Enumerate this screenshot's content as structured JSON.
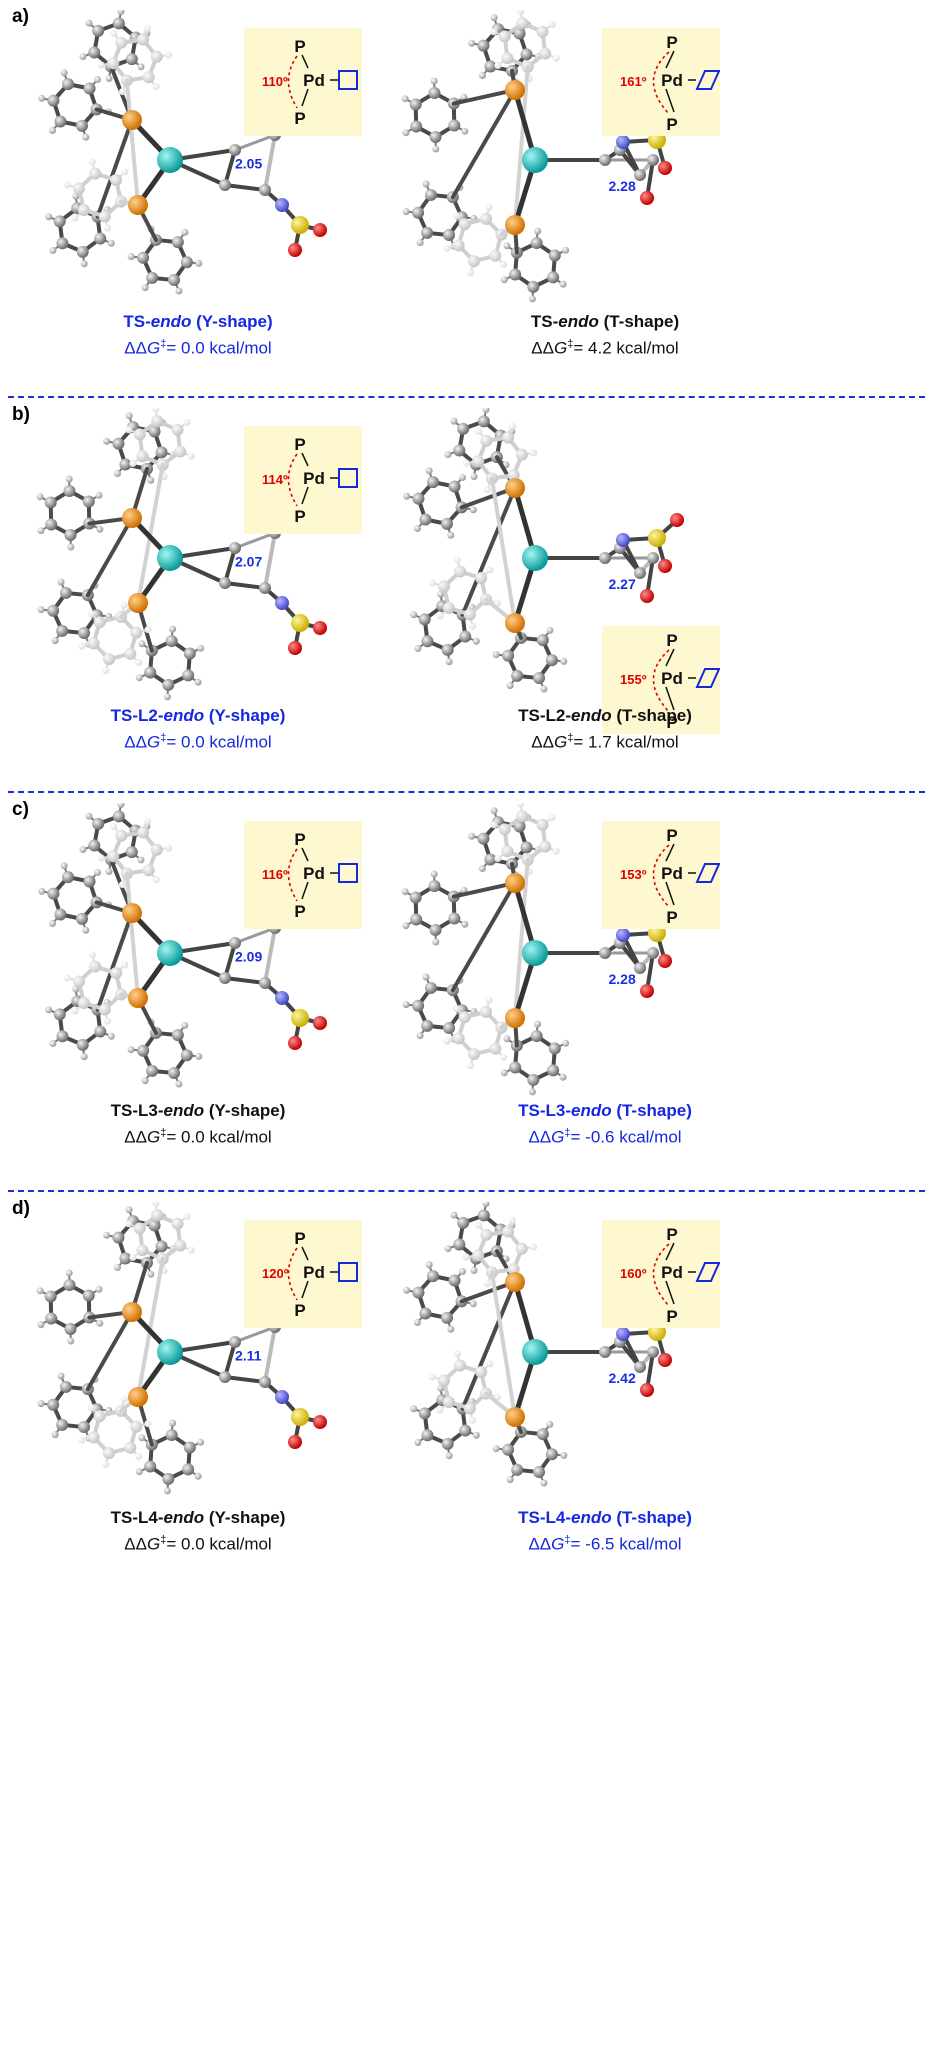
{
  "panels": [
    {
      "label": "a)",
      "left": {
        "name_prefix": "TS-",
        "name_ital": "endo",
        "name_suffix": " (Y-shape)",
        "ddg": "= 0.0 kcal/mol",
        "angle": "110º",
        "dist": "2.05",
        "color": "blue"
      },
      "right": {
        "name_prefix": "TS-",
        "name_ital": "endo",
        "name_suffix": " (T-shape)",
        "ddg": "= 4.2 kcal/mol",
        "angle": "161º",
        "dist": "2.28",
        "color": "black"
      }
    },
    {
      "label": "b)",
      "left": {
        "name_prefix": "TS-L2-",
        "name_ital": "endo",
        "name_suffix": " (Y-shape)",
        "ddg": "= 0.0 kcal/mol",
        "angle": "114º",
        "dist": "2.07",
        "color": "blue"
      },
      "right": {
        "name_prefix": "TS-L2-",
        "name_ital": "endo",
        "name_suffix": " (T-shape)",
        "ddg": "= 1.7 kcal/mol",
        "angle": "155º",
        "dist": "2.27",
        "color": "black"
      }
    },
    {
      "label": "c)",
      "left": {
        "name_prefix": "TS-L3-",
        "name_ital": "endo",
        "name_suffix": " (Y-shape)",
        "ddg": "= 0.0 kcal/mol",
        "angle": "116º",
        "dist": "2.09",
        "color": "black"
      },
      "right": {
        "name_prefix": "TS-L3-",
        "name_ital": "endo",
        "name_suffix": " (T-shape)",
        "ddg": "= -0.6 kcal/mol",
        "angle": "153º",
        "dist": "2.28",
        "color": "blue"
      }
    },
    {
      "label": "d)",
      "left": {
        "name_prefix": "TS-L4-",
        "name_ital": "endo",
        "name_suffix": " (Y-shape)",
        "ddg": "= 0.0 kcal/mol",
        "angle": "120º",
        "dist": "2.11",
        "color": "black"
      },
      "right": {
        "name_prefix": "TS-L4-",
        "name_ital": "endo",
        "name_suffix": " (T-shape)",
        "ddg": "= -6.5 kcal/mol",
        "angle": "160º",
        "dist": "2.42",
        "color": "blue"
      }
    }
  ],
  "ddg_symbol": "ΔΔG",
  "ddg_dagger": "‡",
  "inset_atoms": {
    "p": "P",
    "pd": "Pd"
  }
}
